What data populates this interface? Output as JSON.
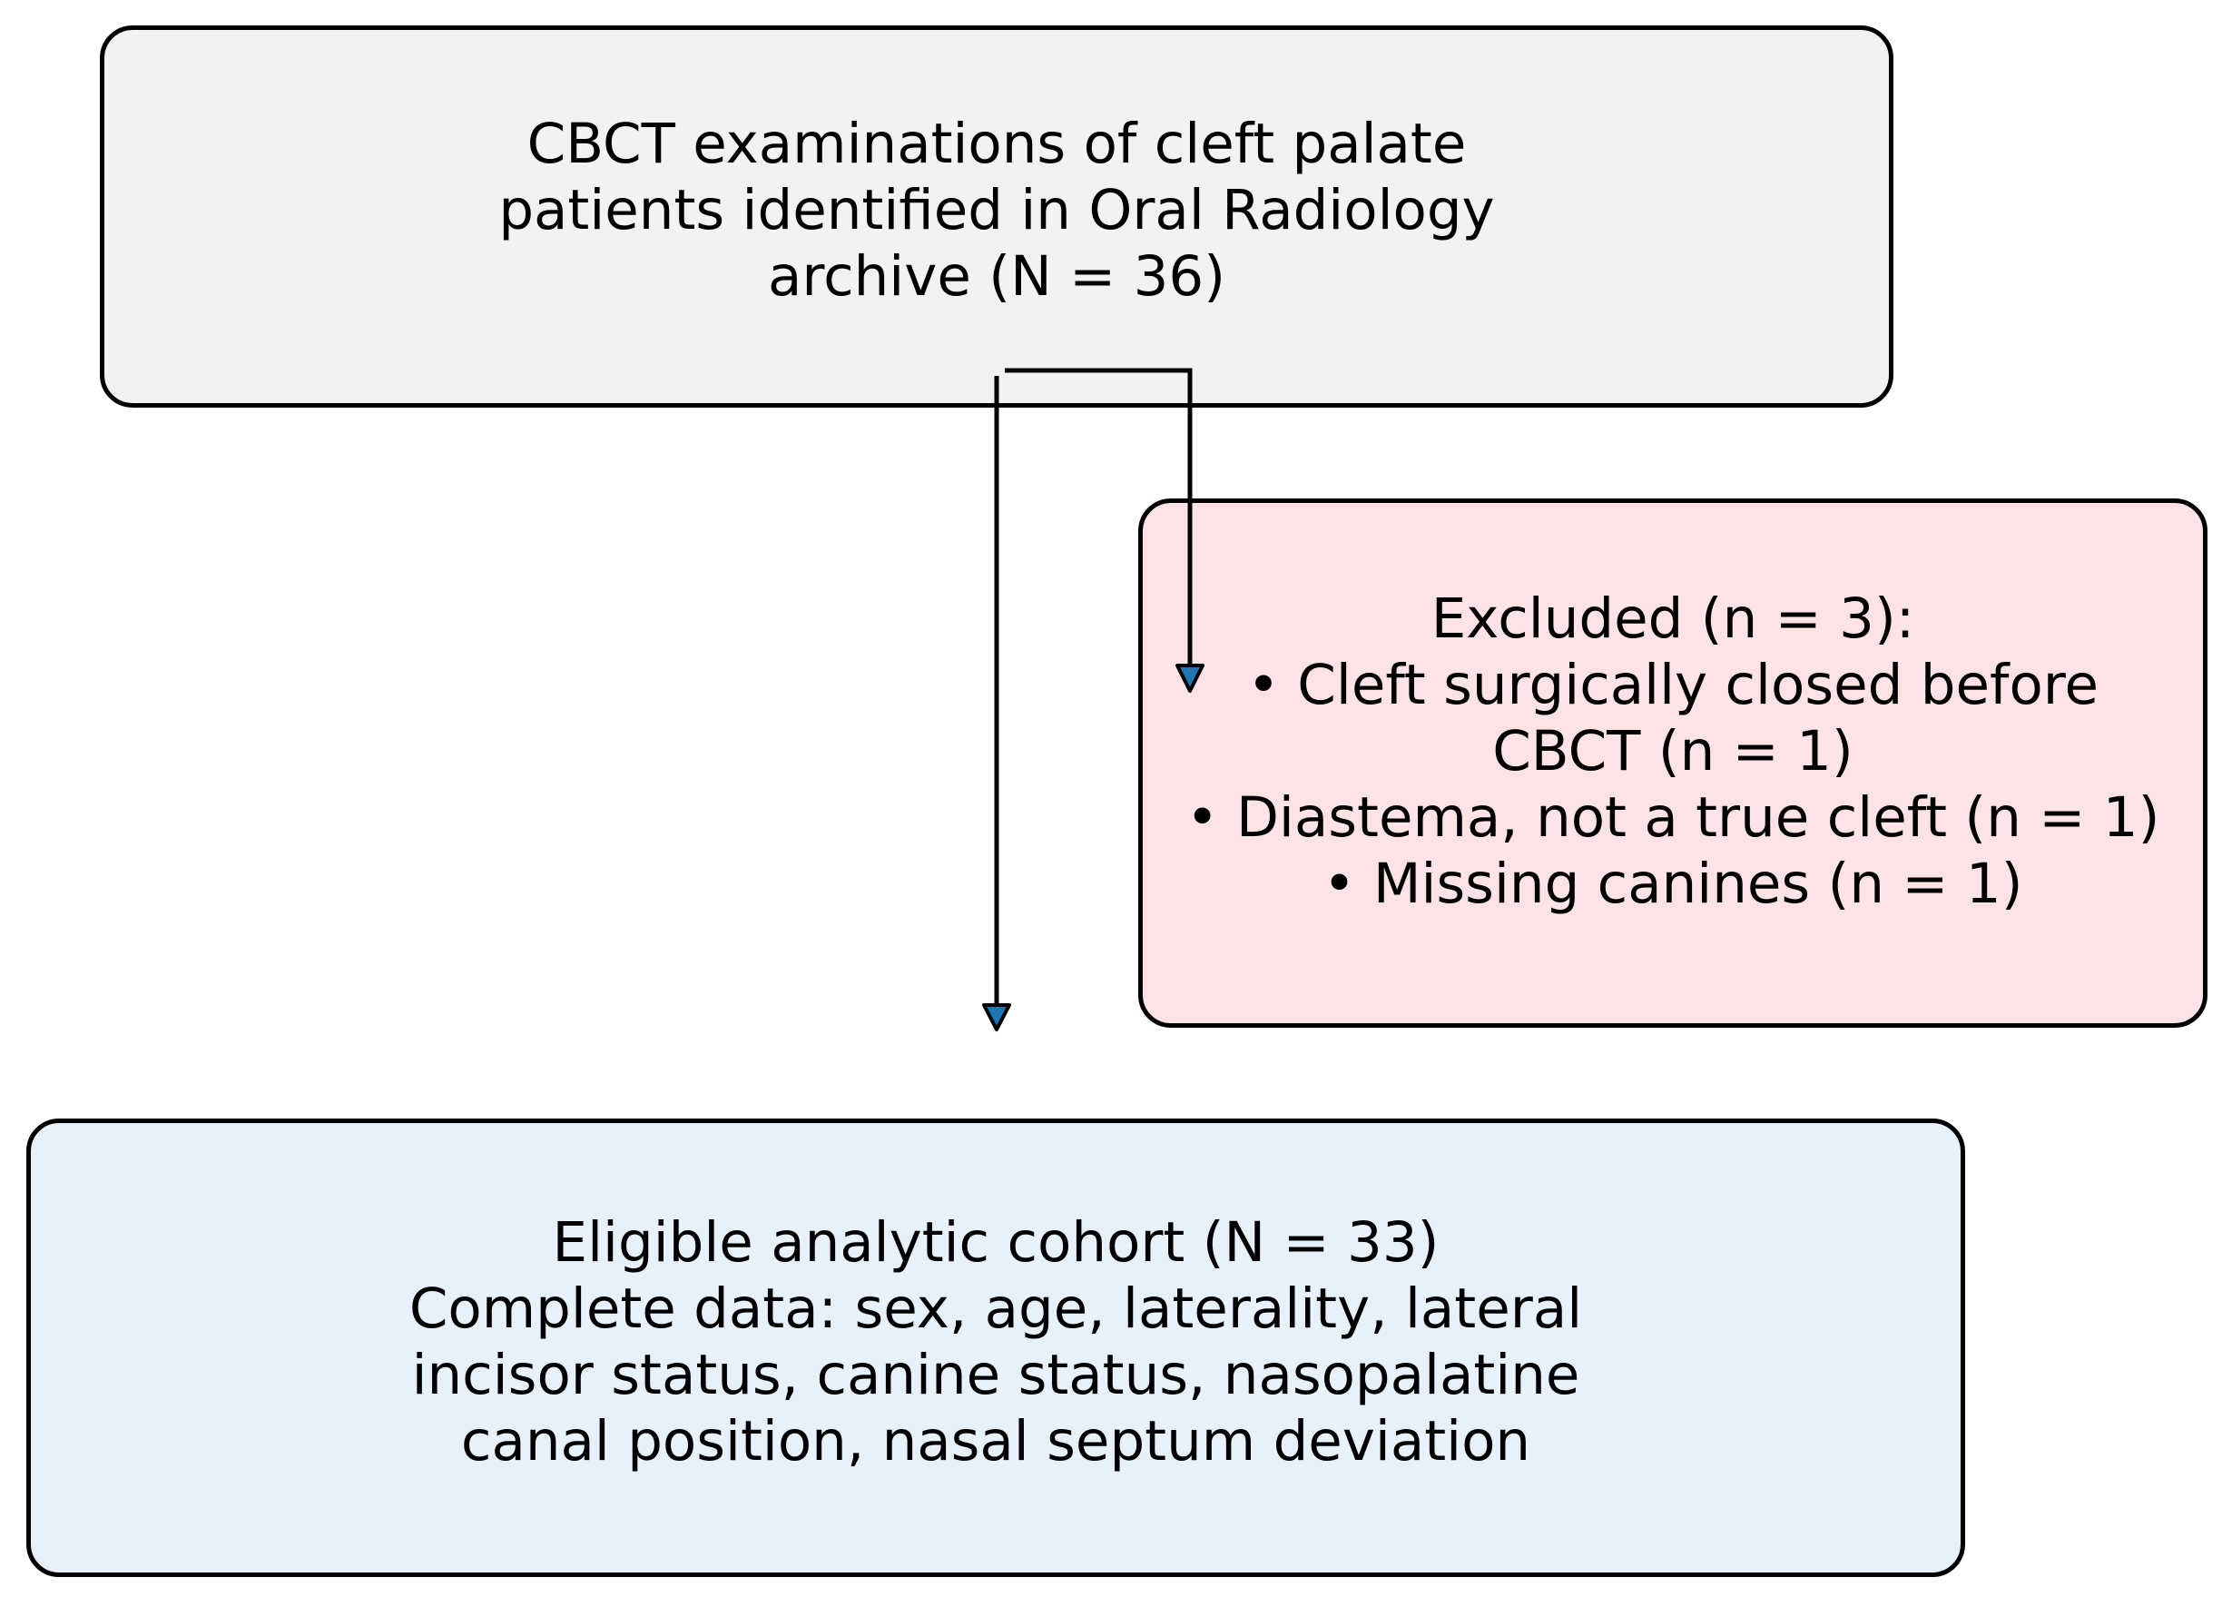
{
  "flowchart": {
    "source_box": {
      "lines": [
        "CBCT examinations of cleft palate",
        "patients identified in Oral Radiology",
        "archive (N = 36)"
      ],
      "fill": "#f2f2f2"
    },
    "excluded_box": {
      "lines": [
        "Excluded (n = 3):",
        "• Cleft surgically closed before",
        "CBCT (n = 1)",
        "• Diastema, not a true cleft (n = 1)",
        "• Missing canines (n = 1)"
      ],
      "fill": "#fde3e5"
    },
    "cohort_box": {
      "lines": [
        "Eligible analytic cohort (N = 33)",
        "Complete data: sex, age, laterality, lateral",
        "incisor status, canine status, nasopalatine",
        "canal position, nasal septum deviation"
      ],
      "fill": "#e7f1fb"
    },
    "arrow_color": "#000000",
    "arrowhead_color": "#1f77b4"
  }
}
